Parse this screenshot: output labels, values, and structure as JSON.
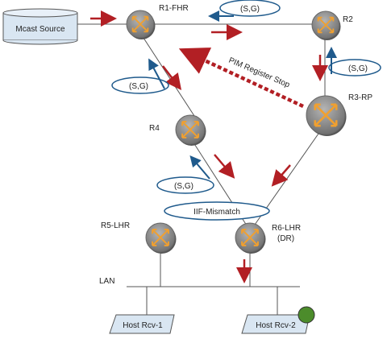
{
  "colors": {
    "red_arrow": "#b21f24",
    "blue_arrow": "#1f5a8c",
    "router_fill": "#8e8e8e",
    "router_glyph": "#f0a030",
    "host_fill": "#d9e6f2",
    "indicator": "#4c8c2b"
  },
  "nodes": {
    "source": "Mcast Source",
    "r1": "R1-FHR",
    "r2": "R2",
    "r3": "R3-RP",
    "r4": "R4",
    "r5": "R5-LHR",
    "r6": "R6-LHR",
    "r6_dr": "(DR)",
    "host1": "Host Rcv-1",
    "host2": "Host Rcv-2",
    "lan": "LAN"
  },
  "labels": {
    "sg": "(S,G)",
    "register_stop": "PIM Register Stop",
    "iif_mismatch": "IIF-Mismatch"
  },
  "icons": {
    "router": "router-icon",
    "source": "multicast-source-icon",
    "host": "host-icon"
  }
}
